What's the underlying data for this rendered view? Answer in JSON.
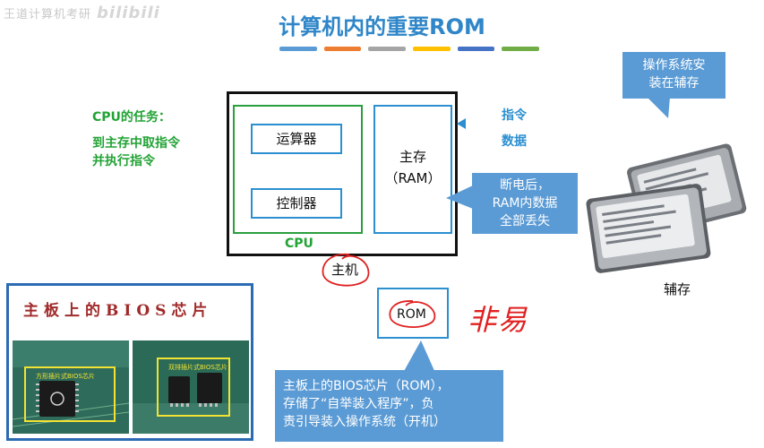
{
  "watermark": {
    "text": "王道计算机考研",
    "brand": "bilibili"
  },
  "title": "计算机内的重要ROM",
  "title_bar_colors": [
    "#5b9bd5",
    "#ed7d31",
    "#a5a5a5",
    "#ffc000",
    "#4472c4",
    "#70ad47"
  ],
  "cpu_task": {
    "heading": "CPU的任务：",
    "line1": "到主存中取指令",
    "line2": "并执行指令"
  },
  "host": {
    "alu": "运算器",
    "control_unit": "控制器",
    "ram_line1": "主存",
    "ram_line2": "（RAM）",
    "cpu_label": "CPU",
    "host_label": "主机"
  },
  "flow": {
    "instructions": "指令",
    "data": "数据"
  },
  "callouts": {
    "ram_loss": {
      "line1": "断电后，",
      "line2": "RAM内数据",
      "line3": "全部丢失"
    },
    "os_installed": {
      "line1": "操作系统安",
      "line2": "装在辅存"
    },
    "bios": {
      "line1": "主板上的BIOS芯片（ROM），",
      "line2": "存储了“自举装入程序”，负",
      "line3": "责引导装入操作系统（开机）"
    }
  },
  "rom": {
    "label": "ROM",
    "handwriting": "非易"
  },
  "bios_photo": {
    "title": "主板上的BIOS芯片",
    "chip_label_left": "方形插片式BIOS芯片",
    "chip_label_right": "双排插片式BIOS芯片"
  },
  "aux_storage": {
    "label": "辅存"
  }
}
